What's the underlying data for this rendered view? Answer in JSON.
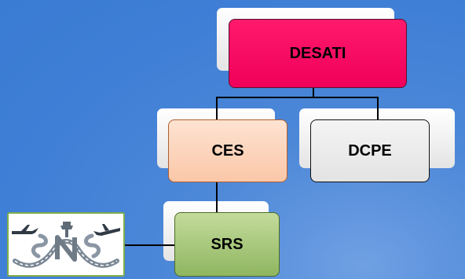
{
  "diagram": {
    "root": {
      "label": "DESATI"
    },
    "children": [
      {
        "label": "CES"
      },
      {
        "label": "DCPE"
      }
    ],
    "grandchild": {
      "label": "SRS"
    },
    "logo": {
      "icon": "sns-airport-logo-icon"
    }
  },
  "colors": {
    "background": "#3f7fd6",
    "root_fill": "#f0005a",
    "ces_fill": "#fbc7a8",
    "dcpe_fill": "#e8e8e8",
    "srs_fill": "#9bbf6e",
    "logo_border": "#7fae4c"
  }
}
